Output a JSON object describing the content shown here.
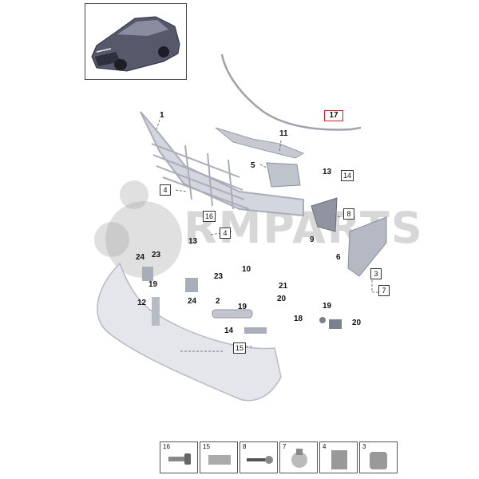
{
  "callouts": [
    "1",
    "11",
    "5",
    "13",
    "9",
    "6",
    "24",
    "23",
    "19",
    "10",
    "21",
    "23",
    "2",
    "20",
    "19",
    "12",
    "24",
    "14",
    "18",
    "19",
    "20",
    "13"
  ],
  "boxed_refs": [
    "17",
    "14",
    "4",
    "16",
    "8",
    "4",
    "3",
    "7",
    "15"
  ],
  "watermark": "RMPARTS",
  "legend_cells": [
    "16",
    "15",
    "8",
    "7",
    "4",
    "3"
  ],
  "colors": {
    "highlight": "#d0202a",
    "parts": "#c9ccd4",
    "line": "#555555"
  }
}
